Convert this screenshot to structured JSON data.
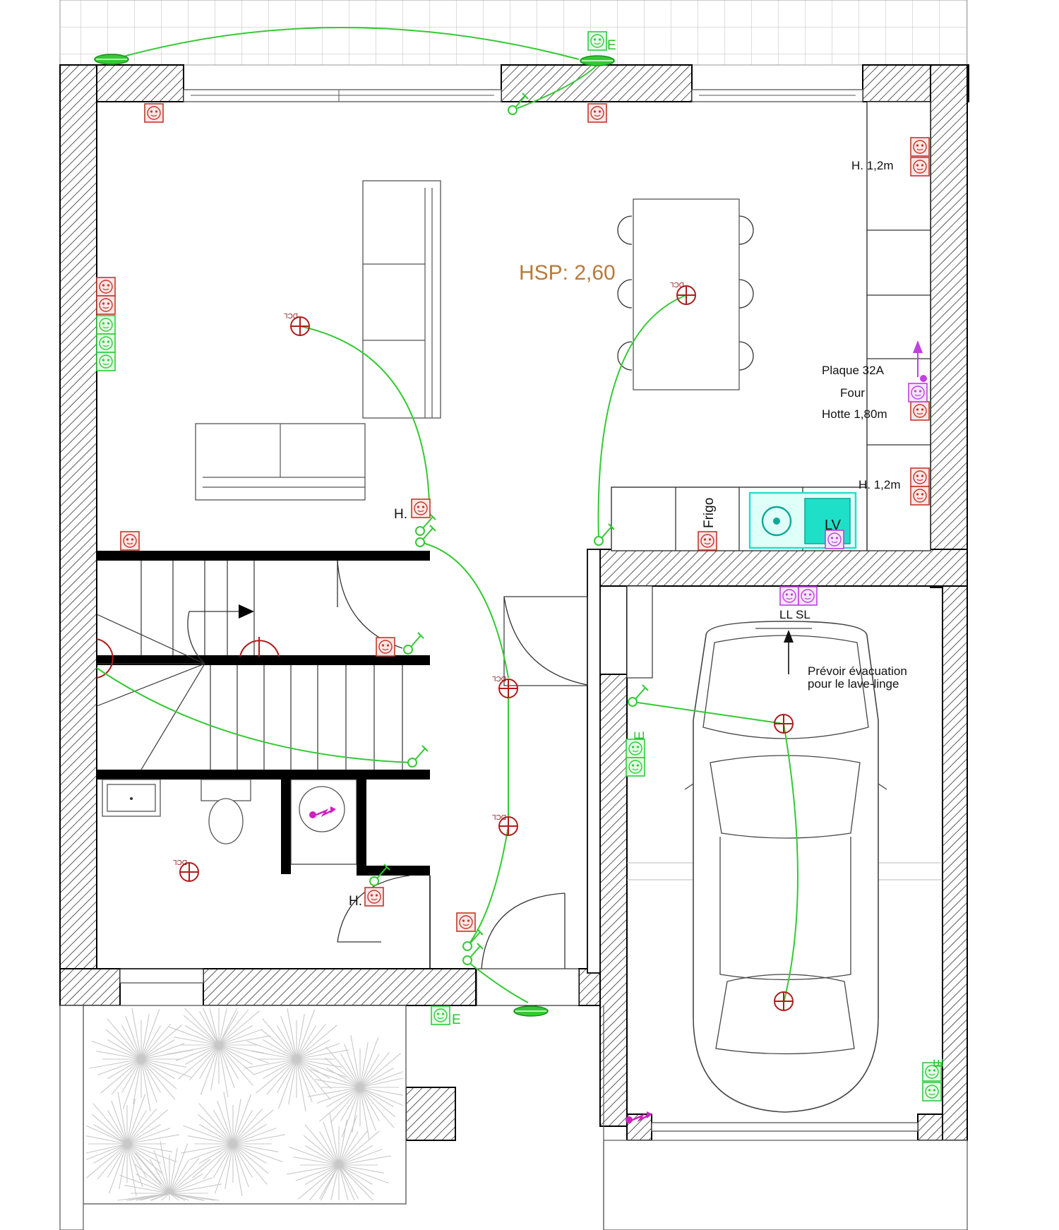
{
  "labels": {
    "hsp": "HSP: 2,60",
    "h12_top": "H. 1,2m",
    "plaque": "Plaque 32A",
    "four": "Four",
    "hotte": "Hotte 1,80m",
    "h12_bottom": "H. 1,2m",
    "frigo": "Frigo",
    "lv": "LV",
    "ll_sl": "LL SL",
    "evac_1": "Prévoir évacuation",
    "evac_2": "pour le lave-linge",
    "h_stair": "H.",
    "h_wc": "H.",
    "dcl": "DCL",
    "e": "E"
  },
  "colors": {
    "socket_red": "#c0392b",
    "socket_green": "#2ecc40",
    "socket_purple": "#c040e0",
    "wire_green": "#34c934",
    "sink_cyan": "#1ee0c8",
    "hsp_orange": "#b87a3c"
  },
  "icons": [
    "socket-icon",
    "light-point-icon",
    "switch-icon",
    "outdoor-light-icon",
    "network-outlet-icon",
    "stair-direction-arrow-icon"
  ]
}
